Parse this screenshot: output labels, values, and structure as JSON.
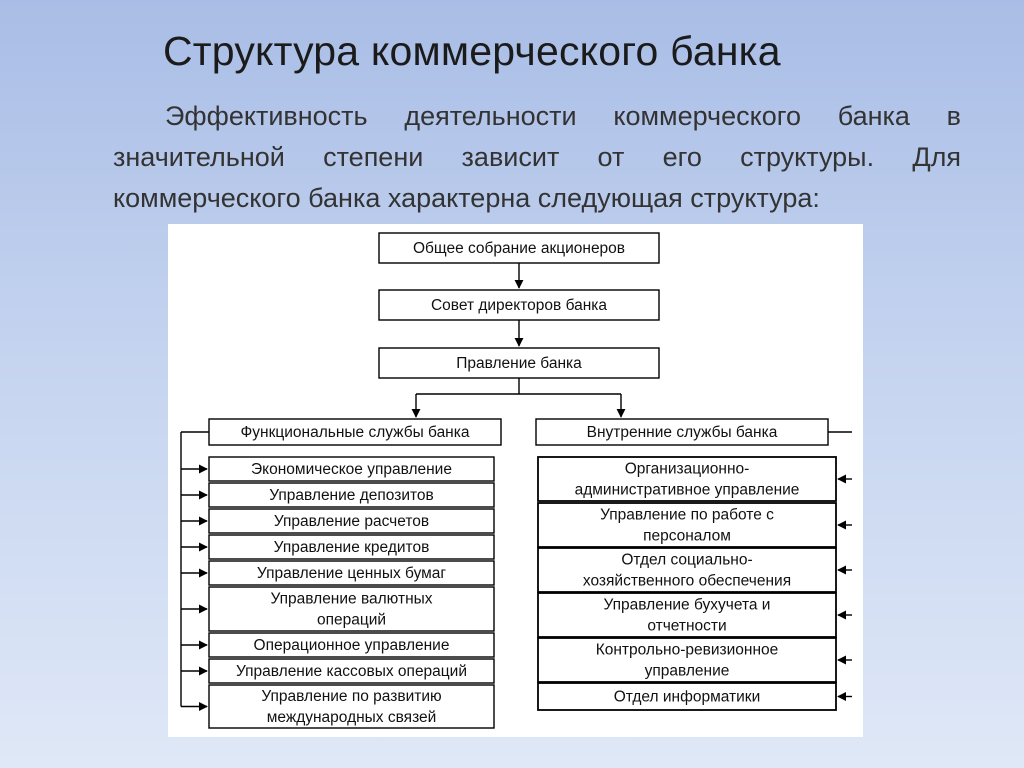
{
  "slide": {
    "title": "Структура коммерческого банка",
    "paragraph": "Эффективность деятельности коммерческого банка в значительной степени зависит от его структуры. Для коммерческого банка характерна следующая структура:"
  },
  "diagram": {
    "top_nodes": [
      [
        "Общее собрание акционеров"
      ],
      [
        "Совет директоров банка"
      ],
      [
        "Правление банка"
      ]
    ],
    "functional_header": [
      "Функциональные службы банка"
    ],
    "internal_header": [
      "Внутренние службы банка"
    ],
    "functional_items": [
      [
        "Экономическое управление"
      ],
      [
        "Управление депозитов"
      ],
      [
        "Управление расчетов"
      ],
      [
        "Управление кредитов"
      ],
      [
        "Управление ценных бумаг"
      ],
      [
        "Управление валютных",
        "операций"
      ],
      [
        "Операционное управление"
      ],
      [
        "Управление кассовых операций"
      ],
      [
        "Управление по развитию",
        "международных связей"
      ]
    ],
    "internal_items": [
      [
        "Организационно-",
        "административное управление"
      ],
      [
        "Управление по работе с",
        "персоналом"
      ],
      [
        "Отдел социально-",
        "хозяйственного обеспечения"
      ],
      [
        "Управление бухучета и",
        "отчетности"
      ],
      [
        "Контрольно-ревизионное",
        "управление"
      ],
      [
        "Отдел информатики"
      ]
    ]
  }
}
